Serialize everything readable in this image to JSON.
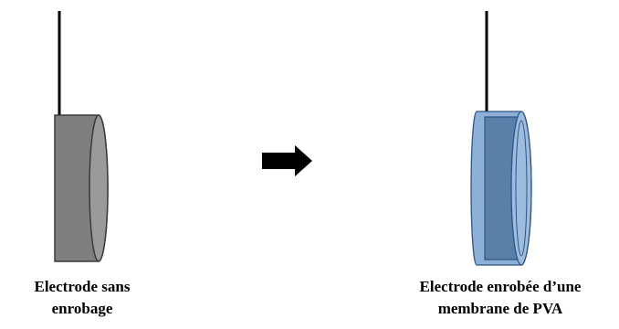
{
  "electrode_left": {
    "caption_line1": "Electrode sans",
    "caption_line2": "enrobage",
    "body_color": "#7f7f7f",
    "edge_color": "#3a3a3a"
  },
  "electrode_right": {
    "caption_line1": "Electrode enrobée d’une",
    "caption_line2": "membrane de PVA",
    "body_color": "#5a80aa",
    "membrane_color": "#8db0d6",
    "edge_color": "#2f5582"
  },
  "arrow": {
    "icon": "right-arrow-icon",
    "color": "#000000"
  }
}
